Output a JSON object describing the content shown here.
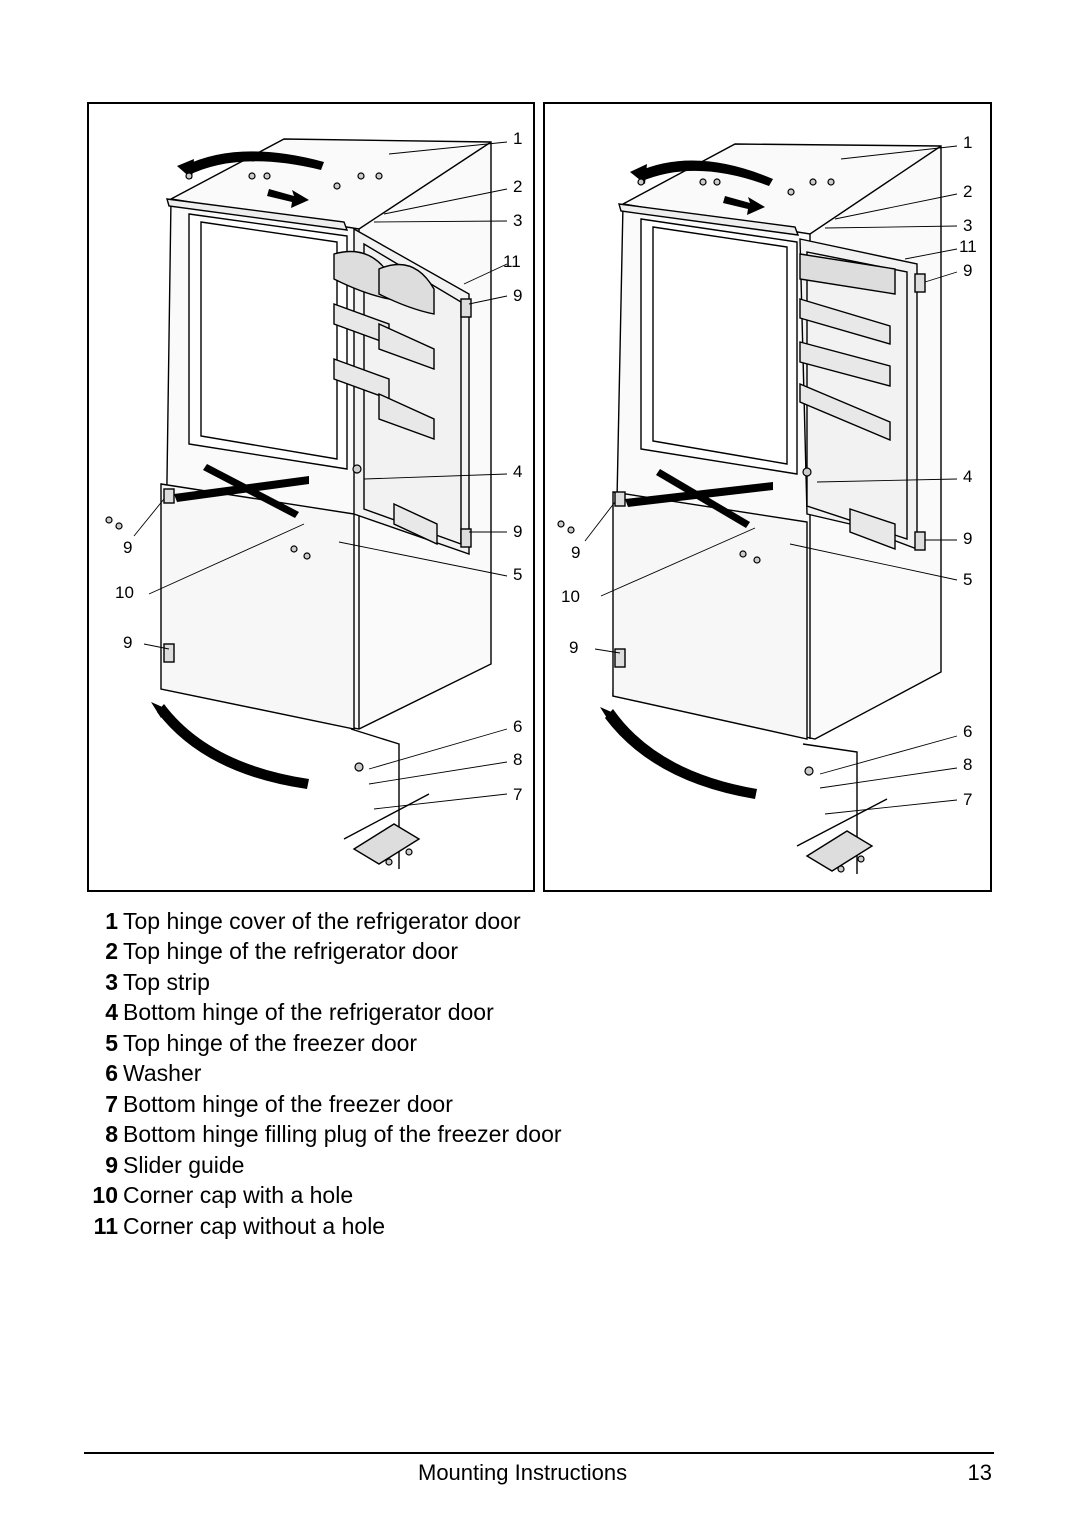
{
  "figure": {
    "callouts": [
      "1",
      "2",
      "3",
      "11",
      "9",
      "4",
      "9",
      "5",
      "6",
      "8",
      "7",
      "9",
      "10",
      "9"
    ]
  },
  "legend": [
    {
      "num": "1",
      "text": "Top hinge cover of the refrigerator door"
    },
    {
      "num": "2",
      "text": "Top hinge of the refrigerator door"
    },
    {
      "num": "3",
      "text": "Top strip"
    },
    {
      "num": "4",
      "text": "Bottom hinge of the refrigerator door"
    },
    {
      "num": "5",
      "text": "Top hinge of the freezer door"
    },
    {
      "num": "6",
      "text": "Washer"
    },
    {
      "num": "7",
      "text": "Bottom hinge of the freezer door"
    },
    {
      "num": "8",
      "text": "Bottom hinge filling plug of the freezer door"
    },
    {
      "num": "9",
      "text": "Slider guide"
    },
    {
      "num": "10",
      "text": "Corner cap with a hole"
    },
    {
      "num": "11",
      "text": "Corner cap without a hole"
    }
  ],
  "footer": {
    "title": "Mounting Instructions",
    "page": "13"
  }
}
